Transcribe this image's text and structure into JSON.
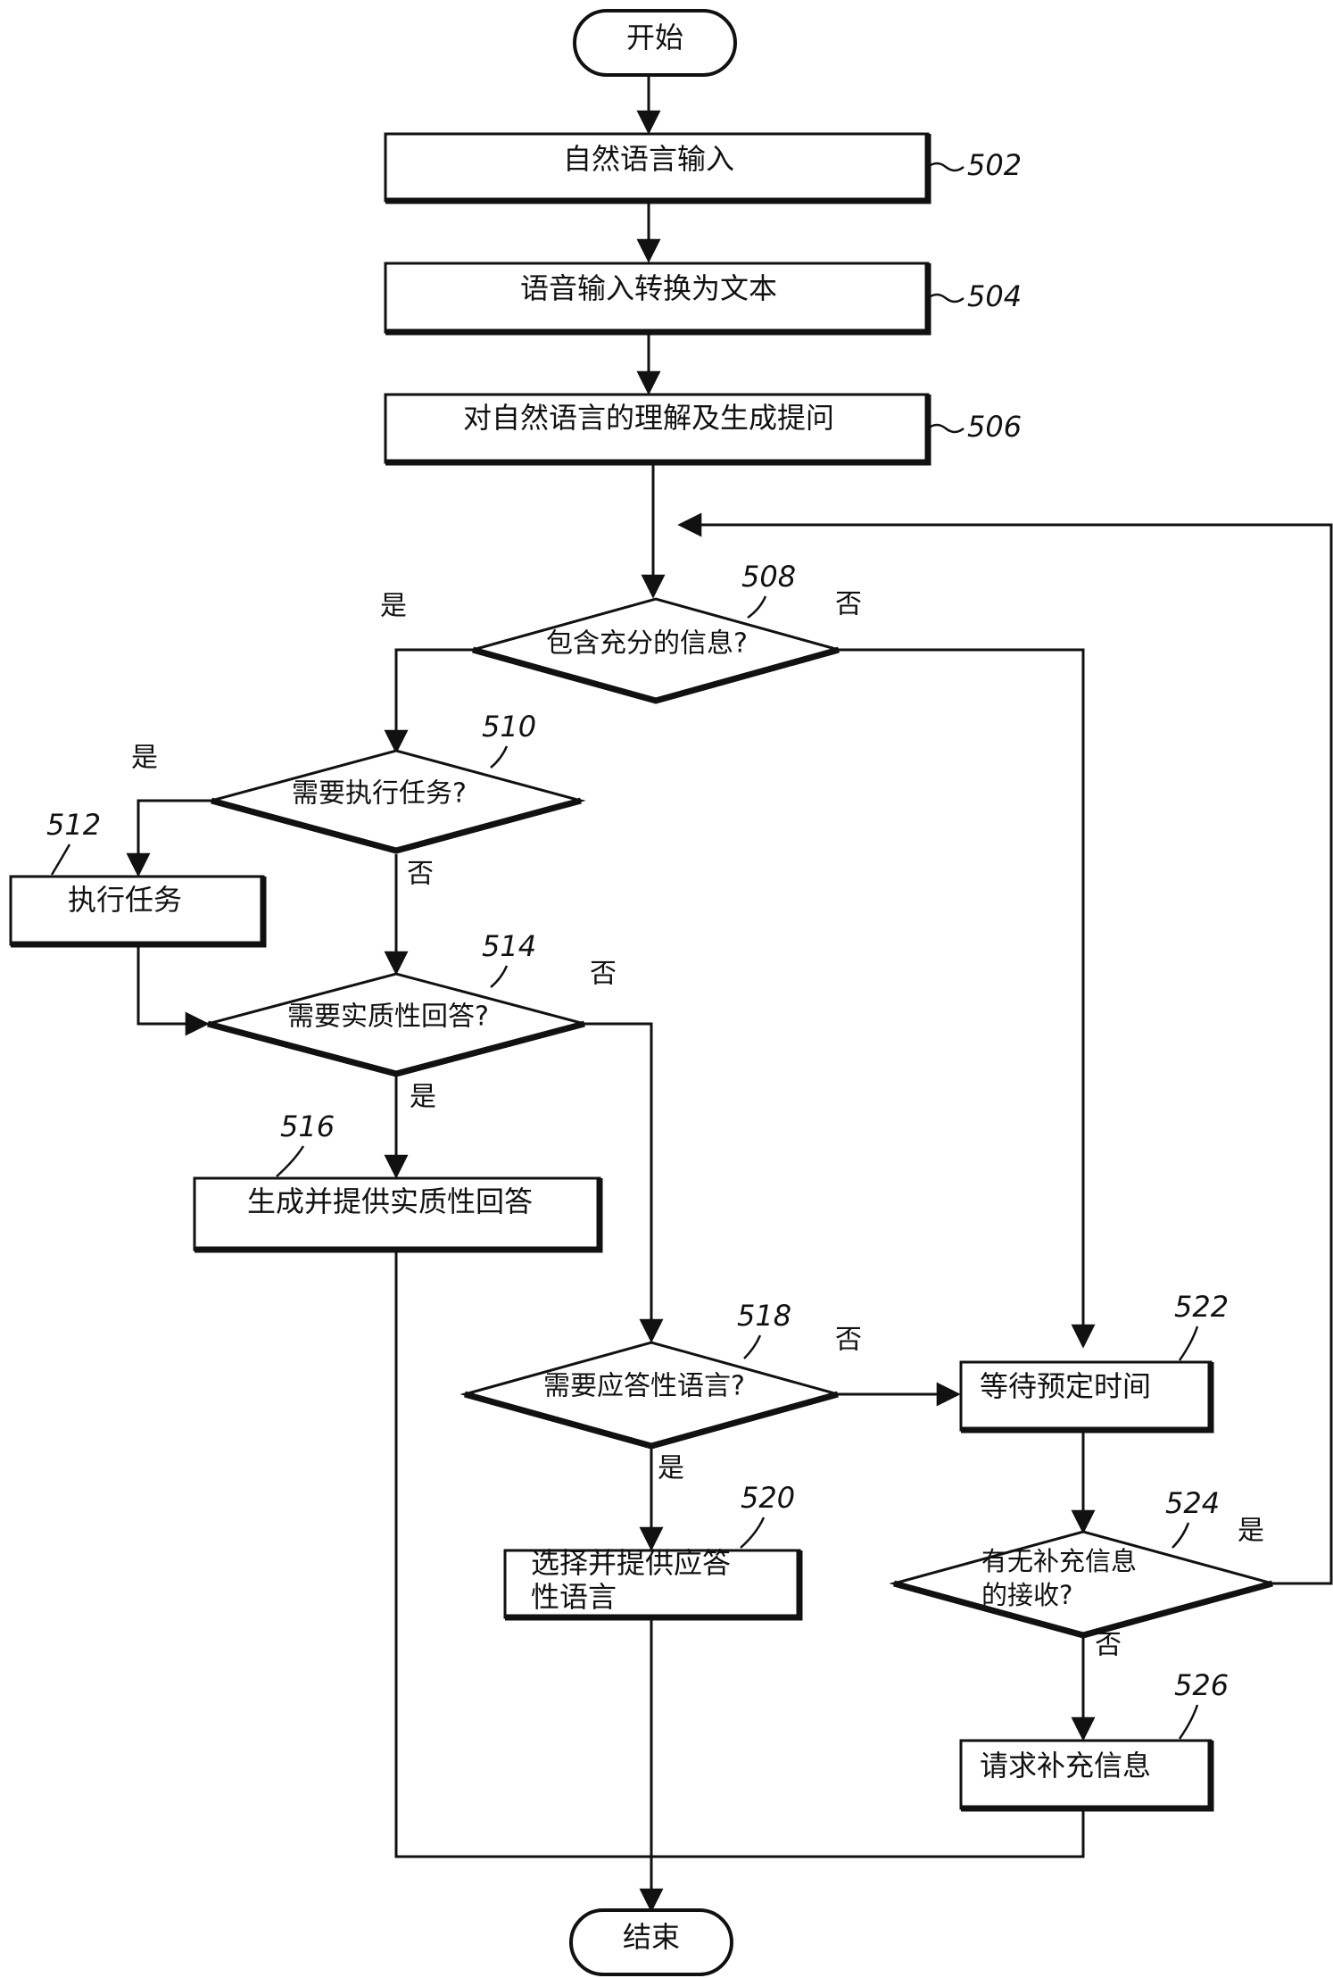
{
  "terminals": {
    "start": "开始",
    "end": "结束"
  },
  "steps": {
    "s502": {
      "ref": "502",
      "lines": [
        "自然语言输入"
      ]
    },
    "s504": {
      "ref": "504",
      "lines": [
        "语音输入转换为文本"
      ]
    },
    "s506": {
      "ref": "506",
      "lines": [
        "对自然语言的理解及生成提问"
      ]
    },
    "s512": {
      "ref": "512",
      "lines": [
        "执行任务"
      ]
    },
    "s516": {
      "ref": "516",
      "lines": [
        "生成并提供实质性回答"
      ]
    },
    "s520": {
      "ref": "520",
      "lines": [
        "选择并提供应答",
        "性语言"
      ]
    },
    "s522": {
      "ref": "522",
      "lines": [
        "等待预定时间"
      ]
    },
    "s526": {
      "ref": "526",
      "lines": [
        "请求补充信息"
      ]
    }
  },
  "decisions": {
    "d508": {
      "ref": "508",
      "lines": [
        "包含充分的信息?"
      ]
    },
    "d510": {
      "ref": "510",
      "lines": [
        "需要执行任务?"
      ]
    },
    "d514": {
      "ref": "514",
      "lines": [
        "需要实质性回答?"
      ]
    },
    "d518": {
      "ref": "518",
      "lines": [
        "需要应答性语言?"
      ]
    },
    "d524": {
      "ref": "524",
      "lines": [
        "有无补充信息",
        "的接收?"
      ]
    }
  },
  "branch_labels": {
    "yes": "是",
    "no": "否"
  }
}
